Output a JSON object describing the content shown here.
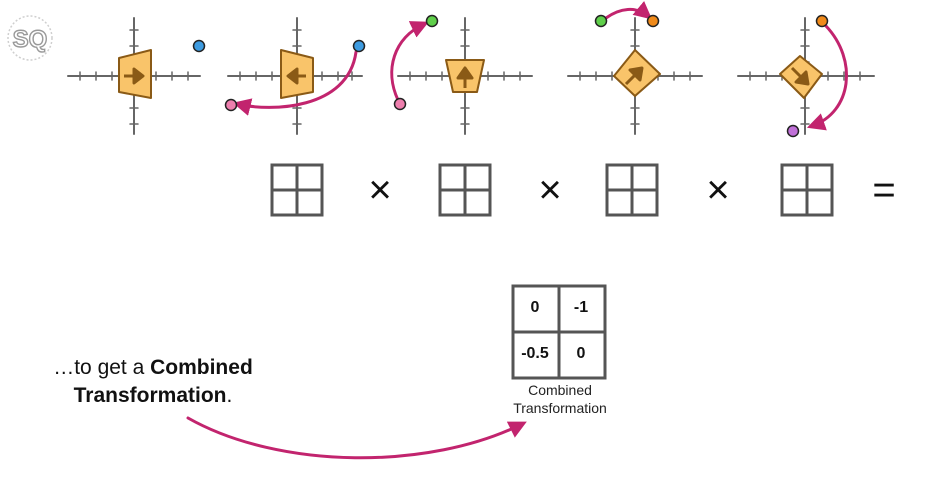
{
  "logo_text": "SQ",
  "colors": {
    "arrow": "#c2246e",
    "shape_fill": "#f9c46a",
    "shape_stroke": "#8a5a16",
    "point_blue": "#3d9be0",
    "point_pink": "#ee7fae",
    "point_green": "#5fcf4a",
    "point_orange": "#f08a1a",
    "point_purple": "#c070d8",
    "axis": "#666666",
    "matrix": "#555555"
  },
  "transform_steps": [
    {
      "id": "step-1",
      "shape_orientation": "right",
      "point": "blue"
    },
    {
      "id": "step-2",
      "shape_orientation": "left",
      "point_from": "blue",
      "point_to": "pink"
    },
    {
      "id": "step-3",
      "shape_orientation": "up",
      "point_from": "pink",
      "point_to": "green"
    },
    {
      "id": "step-4",
      "shape_orientation": "up-right",
      "point_from": "green",
      "point_to": "orange"
    },
    {
      "id": "step-5",
      "shape_orientation": "down-right",
      "point_from": "orange",
      "point_to": "purple"
    }
  ],
  "matrix_row": {
    "matrix_count": 4,
    "multiply_symbol": "×",
    "equals_symbol": "="
  },
  "caption": {
    "prefix": "…to get a ",
    "bold1": "Combined",
    "bold2": "Transformation",
    "suffix": "."
  },
  "combined_matrix": {
    "cells": [
      "0",
      "-1",
      "-0.5",
      "0"
    ],
    "label_line1": "Combined",
    "label_line2": "Transformation"
  }
}
